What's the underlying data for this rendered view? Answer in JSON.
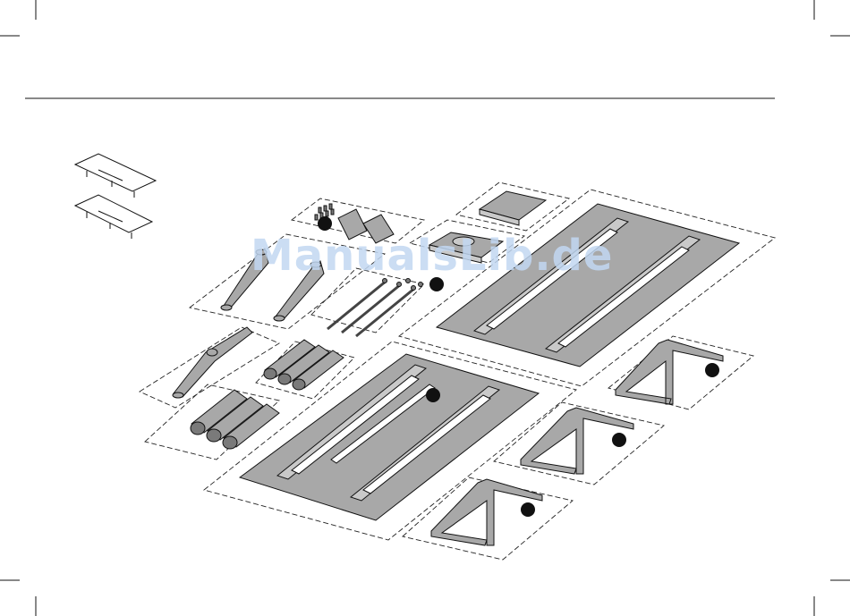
{
  "watermark": {
    "text": "ManualsLib.de"
  },
  "colors": {
    "ink": "#111111",
    "panel": "#a8a8a8",
    "watermark": "#c2d8f2"
  },
  "parts": [
    {
      "id": "hardware-bag"
    },
    {
      "id": "crossbar-hub"
    },
    {
      "id": "bracket-plate"
    },
    {
      "id": "tabletop-upper"
    },
    {
      "id": "tabletop-lower"
    },
    {
      "id": "base-foot-1"
    },
    {
      "id": "base-foot-2"
    },
    {
      "id": "base-foot-3"
    }
  ]
}
